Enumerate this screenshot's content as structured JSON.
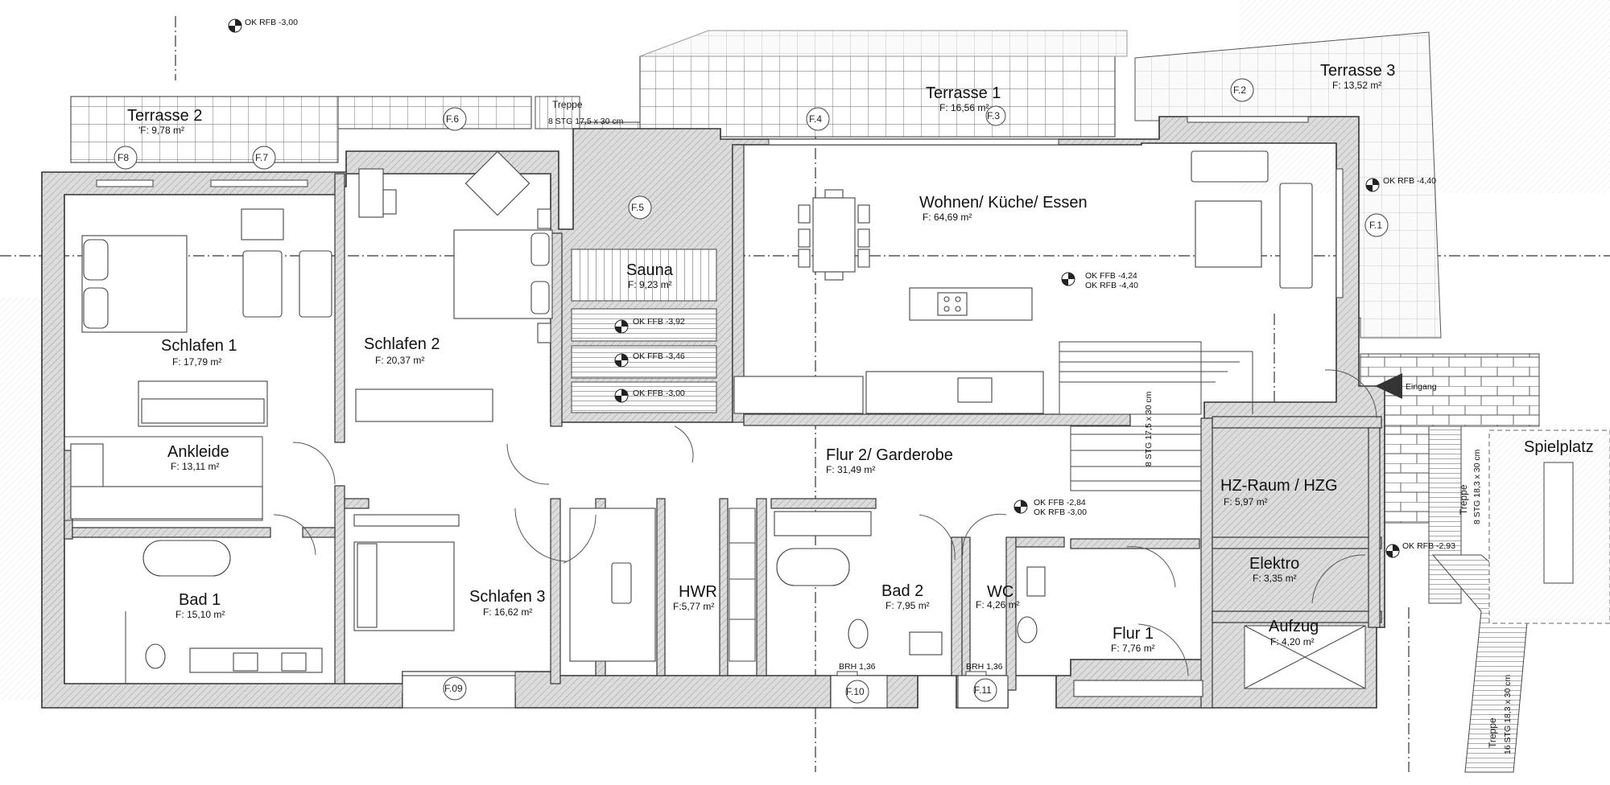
{
  "colors": {
    "wall_fill": "#d8d8d8",
    "line": "#333333",
    "terrace_grid": "#555555",
    "background": "#ffffff"
  },
  "terraces": {
    "terrasse2": {
      "name": "Terrasse 2",
      "area": "'F: 9,78 m²"
    },
    "terrasse1": {
      "name": "Terrasse 1",
      "area": "F: 16,56 m²"
    },
    "terrasse3": {
      "name": "Terrasse 3",
      "area": "F: 13,52 m²"
    }
  },
  "rooms": {
    "schlafen1": {
      "name": "Schlafen 1",
      "area": "F: 17,79 m²"
    },
    "schlafen2": {
      "name": "Schlafen 2",
      "area": "F: 20,37 m²"
    },
    "sauna": {
      "name": "Sauna",
      "area": "F: 9,23 m²"
    },
    "wohnen": {
      "name": "Wohnen/ Küche/ Essen",
      "area": "F: 64,69 m²"
    },
    "ankleide": {
      "name": "Ankleide",
      "area": "F: 13,11 m²"
    },
    "flur2": {
      "name": "Flur 2/ Garderobe",
      "area": "F: 31,49 m²"
    },
    "hzraum": {
      "name": "HZ-Raum / HZG",
      "area": "F: 5,97 m²"
    },
    "bad1": {
      "name": "Bad 1",
      "area": "F: 15,10 m²"
    },
    "schlafen3": {
      "name": "Schlafen 3",
      "area": "F: 16,62 m²"
    },
    "hwr": {
      "name": "HWR",
      "area": "F:5,77 m²"
    },
    "bad2": {
      "name": "Bad 2",
      "area": "F: 7,95 m²"
    },
    "wc": {
      "name": "WC",
      "area": "F: 4,26 m²"
    },
    "elektro": {
      "name": "Elektro",
      "area": "F: 3,35 m²"
    },
    "flur1": {
      "name": "Flur 1",
      "area": "F: 7,76 m²"
    },
    "aufzug": {
      "name": "Aufzug",
      "area": "F: 4,20 m²"
    },
    "spielplatz": {
      "name": "Spielplatz"
    }
  },
  "stairs": {
    "treppe_top_label": "Treppe",
    "treppe_top_spec": "8 STG 17,5 x 30 cm",
    "stair_inner_spec": "8 STG 17,5 x 30 cm",
    "treppe_right_label": "Treppe",
    "treppe_right_spec": "8 STG 18,3 x 30 cm",
    "treppe_bottom_label": "Treppe",
    "treppe_bottom_spec": "16 STG 18,3 x 30 cm"
  },
  "eingang": "Eingang",
  "levels": {
    "top_left": "OK RFB -3,00",
    "right": "OK RFB -4,40",
    "living_ffb": "OK FFB -4,24",
    "living_rfb": "OK RFB -4,40",
    "sauna1": "OK FFB -3,92",
    "sauna2": "OK FFB -3,46",
    "sauna3": "OK FFB -3,00",
    "flur_ffb": "OK FFB -2,84",
    "flur_rfb": "OK RFB -3,00",
    "entrance": "OK RFB -2,93"
  },
  "windows": {
    "f1": "F.1",
    "f2": "F.2",
    "f3": "F.3",
    "f4": "F.4",
    "f5": "F.5",
    "f6": "F.6",
    "f7": "F.7",
    "f8": "F8",
    "f09": "F.09",
    "f10": "F.10",
    "f11": "F.11",
    "brh1": "BRH 1,36",
    "brh2": "BRH 1,36"
  },
  "icons": {
    "level_marker": "level-marker-icon",
    "arrow": "arrow-left-icon"
  }
}
